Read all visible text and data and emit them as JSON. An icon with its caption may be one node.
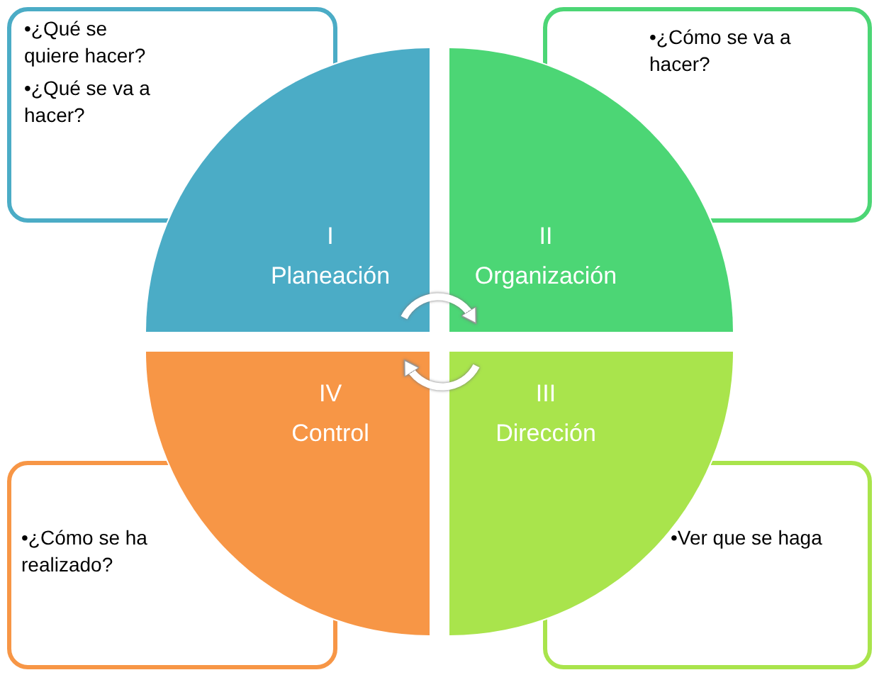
{
  "diagram": {
    "nodes": [
      {
        "text": [
          "•¿Qué se quiere hacer?",
          "•¿Qué se va a hacer?"
        ]
      },
      {
        "text": [
          "•¿Cómo se va a hacer?"
        ]
      },
      {
        "text": [
          "I",
          "Planeación"
        ]
      },
      {
        "text": [
          "II",
          "Organización"
        ]
      },
      {
        "text": [
          "IV",
          "Control"
        ]
      },
      {
        "text": [
          "III",
          "Dirección"
        ]
      },
      {
        "text": [
          "•¿Cómo se ha realizado?"
        ]
      },
      {
        "text": [
          "•Ver que se haga"
        ]
      }
    ],
    "edges": [
      {
        "from": 2,
        "to": 3,
        "arrow": "to"
      },
      {
        "from": 5,
        "to": 4,
        "arrow": "to"
      }
    ]
  }
}
